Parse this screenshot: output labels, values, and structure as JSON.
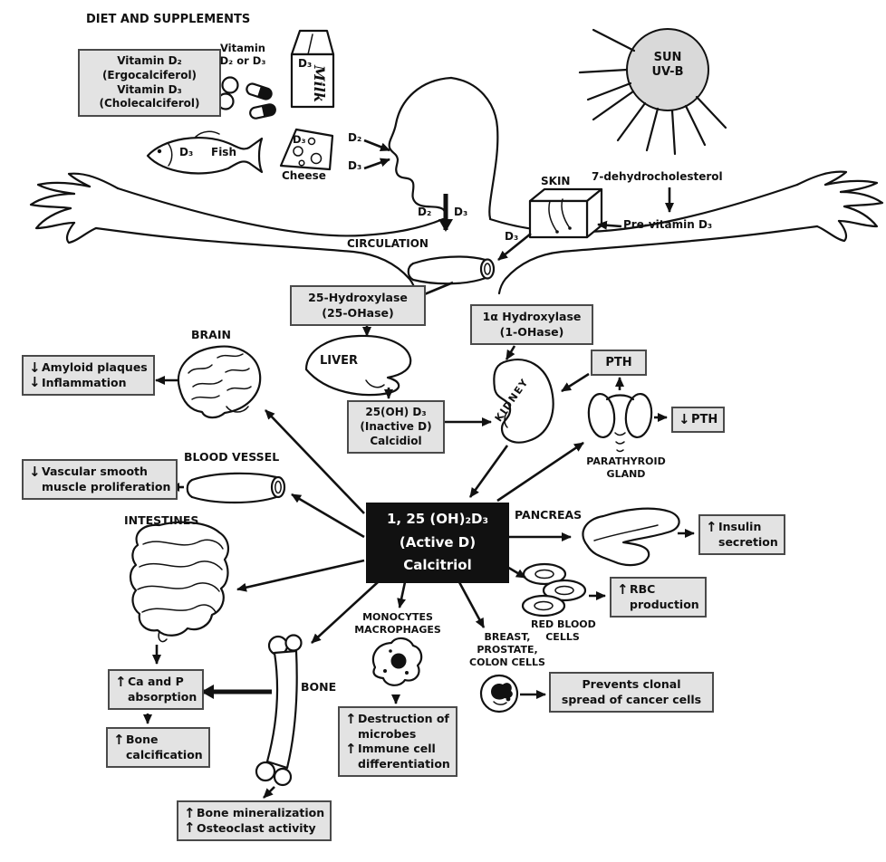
{
  "colors": {
    "box_bg": "#e3e3e3",
    "box_border": "#4a4a4a",
    "ink": "#111111",
    "central_bg": "#111111",
    "central_text": "#ffffff",
    "sun_fill": "#d9d9d9"
  },
  "diet": {
    "heading": "DIET AND SUPPLEMENTS",
    "vitamin_box": {
      "line1": "Vitamin D₂",
      "line2": "(Ergocalciferol)",
      "line3": "Vitamin D₃",
      "line4": "(Cholecalciferol)"
    },
    "pills_label_line1": "Vitamin",
    "pills_label_line2": "D₂ or D₃",
    "milk_d3": "D₃",
    "milk_label": "Milk",
    "fish_d3": "D₃",
    "fish_label": "Fish",
    "cheese_d3": "D₃",
    "cheese_label": "Cheese",
    "mouth_d2": "D₂",
    "mouth_d3": "D₃"
  },
  "sun": {
    "line1": "SUN",
    "line2": "UV-B"
  },
  "skin": {
    "label": "SKIN",
    "dehydrocholesterol": "7-dehydrocholesterol",
    "previtamin": "Pre-vitamin D₃",
    "d3": "D₃"
  },
  "circulation": {
    "label": "CIRCULATION",
    "d2": "D₂",
    "d3": "D₃"
  },
  "liver": {
    "label": "LIVER",
    "enzyme_line1": "25-Hydroxylase",
    "enzyme_line2": "(25-OHase)",
    "calcidiol_line1": "25(OH) D₃",
    "calcidiol_line2": "(Inactive D)",
    "calcidiol_line3": "Calcidiol"
  },
  "kidney": {
    "label": "KIDNEY",
    "enzyme_line1": "1α Hydroxylase",
    "enzyme_line2": "(1-OHase)",
    "pth": "PTH"
  },
  "parathyroid": {
    "label_line1": "PARATHYROID",
    "label_line2": "GLAND",
    "pth_icon": "↓",
    "pth_text": "PTH"
  },
  "central": {
    "line1": "1, 25 (OH)₂D₃",
    "line2": "(Active D)",
    "line3": "Calcitriol"
  },
  "brain": {
    "label": "BRAIN",
    "box_icon1": "↓",
    "box_text1": "Amyloid plaques",
    "box_icon2": "↓",
    "box_text2": "Inflammation"
  },
  "blood_vessel": {
    "label": "BLOOD VESSEL",
    "box_icon1": "↓",
    "box_text1": "Vascular smooth",
    "box_text2": "muscle proliferation"
  },
  "intestines": {
    "label": "INTESTINES",
    "cap_icon": "↑",
    "cap_text1": "Ca and P",
    "cap_text2": "absorption",
    "calc_icon": "↑",
    "calc_text1": "Bone",
    "calc_text2": "calcification"
  },
  "bone": {
    "label": "BONE",
    "box_icon1": "↑",
    "box_text1": "Bone mineralization",
    "box_icon2": "↑",
    "box_text2": "Osteoclast activity"
  },
  "monocytes": {
    "label_line1": "MONOCYTES",
    "label_line2": "MACROPHAGES",
    "box_icon1": "↑",
    "box_text1": "Destruction of",
    "box_text2": "microbes",
    "box_icon2": "↑",
    "box_text3": "Immune cell",
    "box_text4": "differentiation"
  },
  "cancer_cells": {
    "label_line1": "BREAST,",
    "label_line2": "PROSTATE,",
    "label_line3": "COLON CELLS",
    "box_line1": "Prevents clonal",
    "box_line2": "spread of cancer cells"
  },
  "rbc": {
    "label_line1": "RED BLOOD",
    "label_line2": "CELLS",
    "box_icon": "↑",
    "box_text1": "RBC",
    "box_text2": "production"
  },
  "pancreas": {
    "label": "PANCREAS",
    "box_icon": "↑",
    "box_text1": "Insulin",
    "box_text2": "secretion"
  }
}
